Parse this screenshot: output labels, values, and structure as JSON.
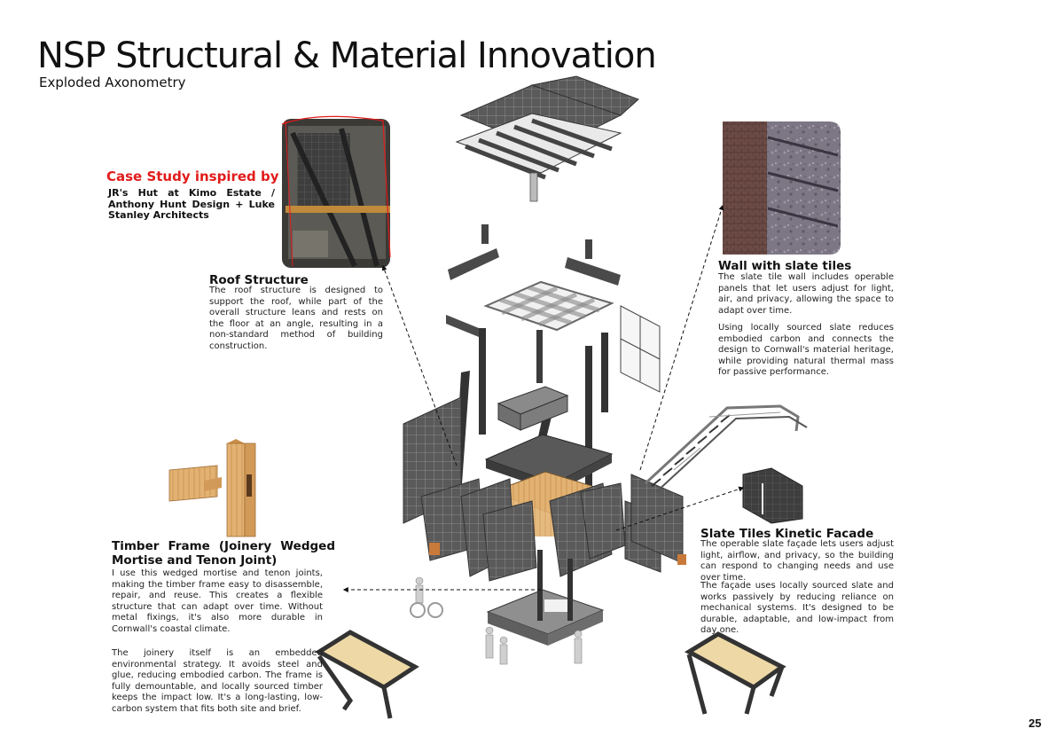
{
  "title": "NSP Structural & Material Innovation",
  "subtitle": "Exploded Axonometry",
  "case_study": {
    "heading": "Case Study inspired by",
    "body": "JR's Hut at Kimo Estate / Anthony Hunt Design + Luke Stanley Architects"
  },
  "roof_structure": {
    "heading": "Roof Structure",
    "body": "The roof structure is designed to support the roof, while part of the overall structure leans and rests on the floor at an angle, resulting in a non-standard method of building construction."
  },
  "wall_slate": {
    "heading": "Wall with slate tiles",
    "body1": "The slate tile wall includes operable panels that let users adjust for light, air, and privacy, allowing the space to adapt over time.",
    "body2": "Using locally sourced slate reduces embodied carbon and connects the design to Cornwall's material heritage, while providing natural thermal mass for passive performance."
  },
  "timber_frame": {
    "heading": "Timber Frame (Joinery Wedged Mortise and Tenon Joint)",
    "body1": "I use this wedged mortise and tenon joints, making the timber frame easy to disassemble, repair, and reuse. This creates a flexible structure that can adapt over time. Without metal fixings, it's also more durable in Cornwall's coastal climate.",
    "body2": "The joinery itself is an embedded environmental strategy. It avoids steel and glue, reducing embodied carbon. The frame is fully demountable, and locally sourced timber keeps the impact low. It's a long-lasting, low-carbon system that fits both site and brief."
  },
  "kinetic_facade": {
    "heading": "Slate Tiles Kinetic Facade",
    "body1": "The operable slate façade lets users adjust light, airflow, and privacy, so the building can respond to changing needs and use over time.",
    "body2": "The façade uses locally sourced slate and works passively by reducing reliance on mechanical systems. It's designed to be durable, adaptable, and low-impact from day one."
  },
  "page_number": "25",
  "colors": {
    "title": "#111111",
    "case_study_heading": "#e21b1b",
    "slate": "#4a4a4a",
    "timber": "#d9a45e",
    "glass": "#d9dde0"
  },
  "icons": [
    "dashed-leader-arrow",
    "person-figure",
    "bicycle"
  ]
}
